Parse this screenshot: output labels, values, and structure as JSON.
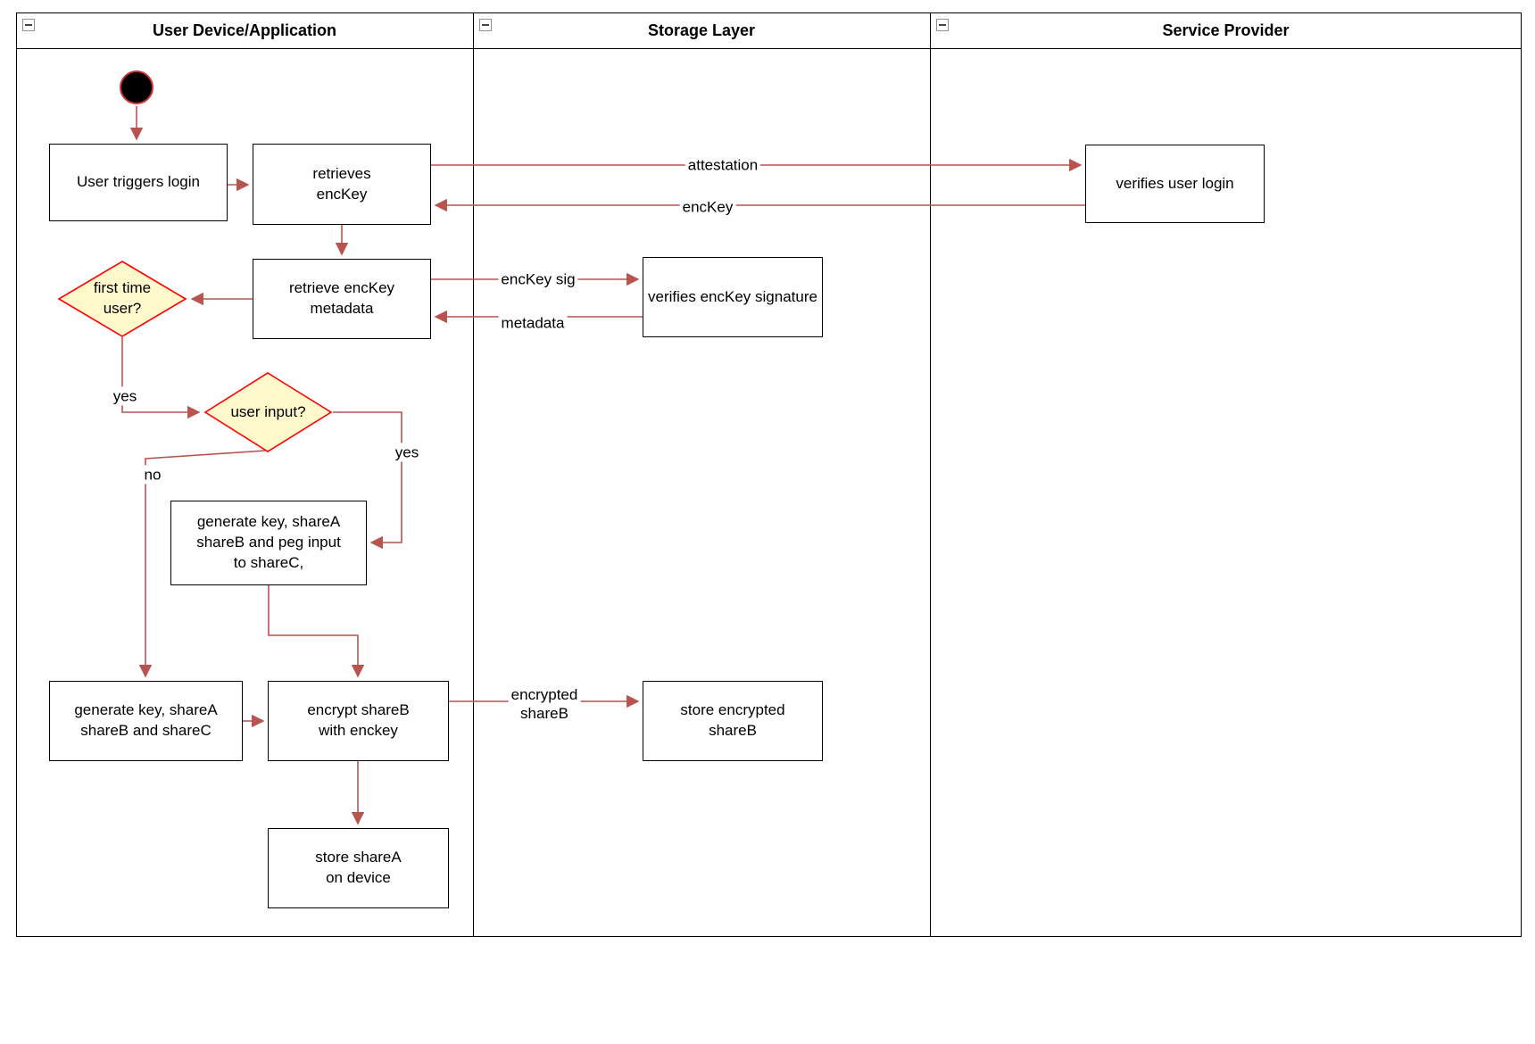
{
  "lanes": [
    {
      "title": "User Device/Application"
    },
    {
      "title": "Storage Layer"
    },
    {
      "title": "Service Provider"
    }
  ],
  "nodes": {
    "user_triggers_login": "User triggers login",
    "retrieves_enckey": "retrieves\nencKey",
    "verifies_user_login": "verifies user login",
    "retrieve_enckey_metadata": "retrieve encKey\nmetadata",
    "verifies_enckey_signature": "verifies encKey signature",
    "first_time_user": "first time\nuser?",
    "user_input": "user input?",
    "generate_key_peg": "generate key, shareA\nshareB and peg input\nto shareC,",
    "generate_key_shares": "generate key, shareA\nshareB and shareC",
    "encrypt_shareb": "encrypt shareB\nwith enckey",
    "store_encrypted_shareb": "store encrypted\nshareB",
    "store_sharea": "store shareA\non device"
  },
  "edge_labels": {
    "attestation": "attestation",
    "enckey": "encKey",
    "enckey_sig": "encKey sig",
    "metadata": "metadata",
    "yes_first_time": "yes",
    "yes_user_input": "yes",
    "no_user_input": "no",
    "encrypted_shareb": "encrypted\nshareB"
  },
  "colors": {
    "arrow": "#b85450",
    "diamond_fill": "#fff9cc",
    "diamond_border": "#ff0000",
    "node_border": "#000000",
    "start_fill": "#000000",
    "start_ring": "#cc3333"
  }
}
